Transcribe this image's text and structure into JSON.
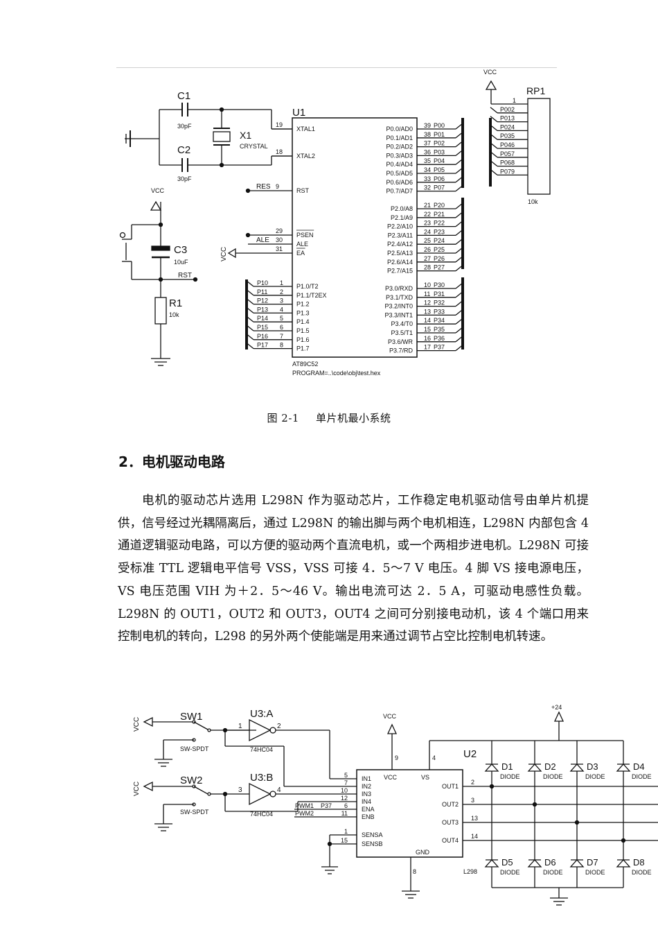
{
  "figure1": {
    "caption_number": "图 2-1",
    "caption_title": "单片机最小系统",
    "labels": {
      "c1": "C1",
      "c1_val": "30pF",
      "c2": "C2",
      "c2_val": "30pF",
      "x1": "X1",
      "x1_type": "CRYSTAL",
      "u1": "U1",
      "c3": "C3",
      "c3_val": "10uF",
      "r1": "R1",
      "r1_val": "10k",
      "vcc": "VCC",
      "rst_net": "RST",
      "res_net": "RES",
      "ale_net": "ALE",
      "rp1": "RP1",
      "rp1_val": "10k",
      "chip_name": "AT89C52",
      "program": "PROGRAM=..\\code\\obj\\test.hex"
    },
    "left_pins": [
      {
        "num": "19",
        "name": "XTAL1"
      },
      {
        "num": "18",
        "name": "XTAL2"
      },
      {
        "num": "9",
        "name": "RST"
      },
      {
        "num": "29",
        "name": "PSEN"
      },
      {
        "num": "30",
        "name": "ALE"
      },
      {
        "num": "31",
        "name": "EA"
      }
    ],
    "p1_pins": [
      {
        "net": "P10",
        "num": "1",
        "name": "P1.0/T2"
      },
      {
        "net": "P11",
        "num": "2",
        "name": "P1.1/T2EX"
      },
      {
        "net": "P12",
        "num": "3",
        "name": "P1.2"
      },
      {
        "net": "P13",
        "num": "4",
        "name": "P1.3"
      },
      {
        "net": "P14",
        "num": "5",
        "name": "P1.4"
      },
      {
        "net": "P15",
        "num": "6",
        "name": "P1.5"
      },
      {
        "net": "P16",
        "num": "7",
        "name": "P1.6"
      },
      {
        "net": "P17",
        "num": "8",
        "name": "P1.7"
      }
    ],
    "p0_pins": [
      {
        "name": "P0.0/AD0",
        "num": "39",
        "net": "P00"
      },
      {
        "name": "P0.1/AD1",
        "num": "38",
        "net": "P01"
      },
      {
        "name": "P0.2/AD2",
        "num": "37",
        "net": "P02"
      },
      {
        "name": "P0.3/AD3",
        "num": "36",
        "net": "P03"
      },
      {
        "name": "P0.4/AD4",
        "num": "35",
        "net": "P04"
      },
      {
        "name": "P0.5/AD5",
        "num": "34",
        "net": "P05"
      },
      {
        "name": "P0.6/AD6",
        "num": "33",
        "net": "P06"
      },
      {
        "name": "P0.7/AD7",
        "num": "32",
        "net": "P07"
      }
    ],
    "p2_pins": [
      {
        "name": "P2.0/A8",
        "num": "21",
        "net": "P20"
      },
      {
        "name": "P2.1/A9",
        "num": "22",
        "net": "P21"
      },
      {
        "name": "P2.2/A10",
        "num": "23",
        "net": "P22"
      },
      {
        "name": "P2.3/A11",
        "num": "24",
        "net": "P23"
      },
      {
        "name": "P2.4/A12",
        "num": "25",
        "net": "P24"
      },
      {
        "name": "P2.5/A13",
        "num": "26",
        "net": "P25"
      },
      {
        "name": "P2.6/A14",
        "num": "27",
        "net": "P26"
      },
      {
        "name": "P2.7/A15",
        "num": "28",
        "net": "P27"
      }
    ],
    "p3_pins": [
      {
        "name": "P3.0/RXD",
        "num": "10",
        "net": "P30"
      },
      {
        "name": "P3.1/TXD",
        "num": "11",
        "net": "P31"
      },
      {
        "name": "P3.2/INT0",
        "num": "12",
        "net": "P32"
      },
      {
        "name": "P3.3/INT1",
        "num": "13",
        "net": "P33"
      },
      {
        "name": "P3.4/T0",
        "num": "14",
        "net": "P34"
      },
      {
        "name": "P3.5/T1",
        "num": "15",
        "net": "P35"
      },
      {
        "name": "P3.6/WR",
        "num": "16",
        "net": "P36"
      },
      {
        "name": "P3.7/RD",
        "num": "17",
        "net": "P37"
      }
    ],
    "rp1_pins": [
      {
        "num": "1",
        "net": ""
      },
      {
        "num": "2",
        "net": "P00"
      },
      {
        "num": "3",
        "net": "P01"
      },
      {
        "num": "4",
        "net": "P02"
      },
      {
        "num": "5",
        "net": "P03"
      },
      {
        "num": "6",
        "net": "P04"
      },
      {
        "num": "7",
        "net": "P05"
      },
      {
        "num": "8",
        "net": "P06"
      },
      {
        "num": "9",
        "net": "P07"
      }
    ]
  },
  "section": {
    "heading": "2．电机驱动电路",
    "paragraph": "电机的驱动芯片选用 L298N 作为驱动芯片，工作稳定电机驱动信号由单片机提供，信号经过光耦隔离后，通过 L298N 的输出脚与两个电机相连，L298N 内部包含 4 通道逻辑驱动电路，可以方便的驱动两个直流电机，或一个两相步进电机。L298N 可接受标准 TTL 逻辑电平信号 VSS，VSS 可接 4．5～7 V 电压。4 脚 VS 接电源电压，VS 电压范围 VIH 为＋2．5～46 V。输出电流可达 2．5 A，可驱动电感性负载。L298N 的 OUT1，OUT2 和 OUT3，OUT4 之间可分别接电动机，该 4 个端口用来控制电机的转向，L298 的另外两个使能端是用来通过调节占空比控制电机转速。"
  },
  "figure2": {
    "labels": {
      "sw1": "SW1",
      "sw2": "SW2",
      "sw_type": "SW-SPDT",
      "u3a": "U3:A",
      "u3b": "U3:B",
      "gate_type": "74HC04",
      "vcc": "VCC",
      "plus24": "+24",
      "u2": "U2",
      "chip": "L298",
      "pwm1": "PWM1",
      "pwm2": "PWM2",
      "p37": "P37",
      "diode_type": "DIODE"
    },
    "gate_pins": {
      "a_in": "1",
      "a_out": "2",
      "b_in": "3",
      "b_out": "4"
    },
    "l298_left": [
      {
        "num": "5",
        "name": "IN1"
      },
      {
        "num": "7",
        "name": "IN2"
      },
      {
        "num": "10",
        "name": "IN3"
      },
      {
        "num": "12",
        "name": "IN4"
      },
      {
        "num": "6",
        "name": "ENA"
      },
      {
        "num": "11",
        "name": "ENB"
      },
      {
        "num": "1",
        "name": "SENSA"
      },
      {
        "num": "15",
        "name": "SENSB"
      }
    ],
    "l298_top": [
      {
        "num": "9",
        "name": "VCC"
      },
      {
        "num": "4",
        "name": "VS"
      }
    ],
    "l298_right": [
      {
        "num": "2",
        "name": "OUT1"
      },
      {
        "num": "3",
        "name": "OUT2"
      },
      {
        "num": "13",
        "name": "OUT3"
      },
      {
        "num": "14",
        "name": "OUT4"
      }
    ],
    "gnd": {
      "num": "8",
      "name": "GND"
    },
    "diodes_top": [
      "D1",
      "D2",
      "D3",
      "D4"
    ],
    "diodes_bottom": [
      "D5",
      "D6",
      "D7",
      "D8"
    ]
  }
}
